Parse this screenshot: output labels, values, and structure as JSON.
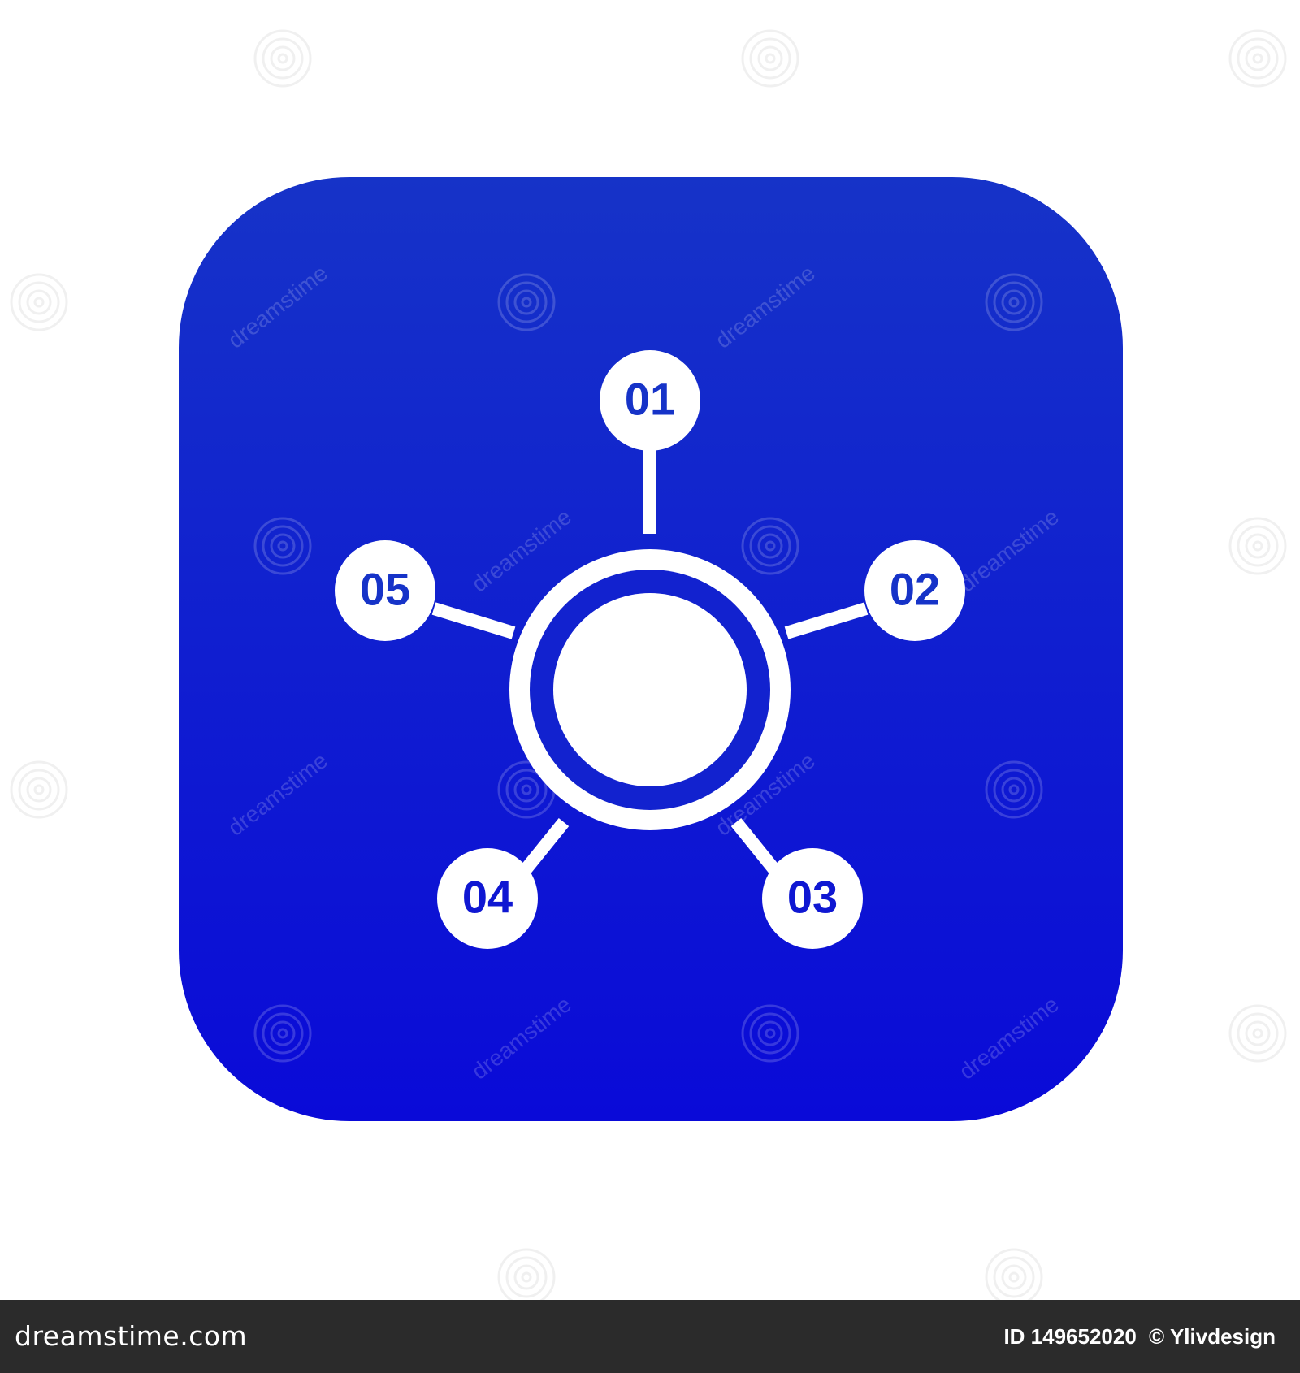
{
  "colors": {
    "icon_bg_top": "#1633c8",
    "icon_bg_bottom": "#0a0ad8",
    "foreground": "#ffffff",
    "footer_bg": "#2b2b2b"
  },
  "nodes": [
    {
      "label": "01"
    },
    {
      "label": "02"
    },
    {
      "label": "03"
    },
    {
      "label": "04"
    },
    {
      "label": "05"
    }
  ],
  "watermark": "dreamstime",
  "footer": {
    "brand": "dreamstime.com",
    "id_text": "ID 149652020",
    "credit": "© Ylivdesign"
  }
}
